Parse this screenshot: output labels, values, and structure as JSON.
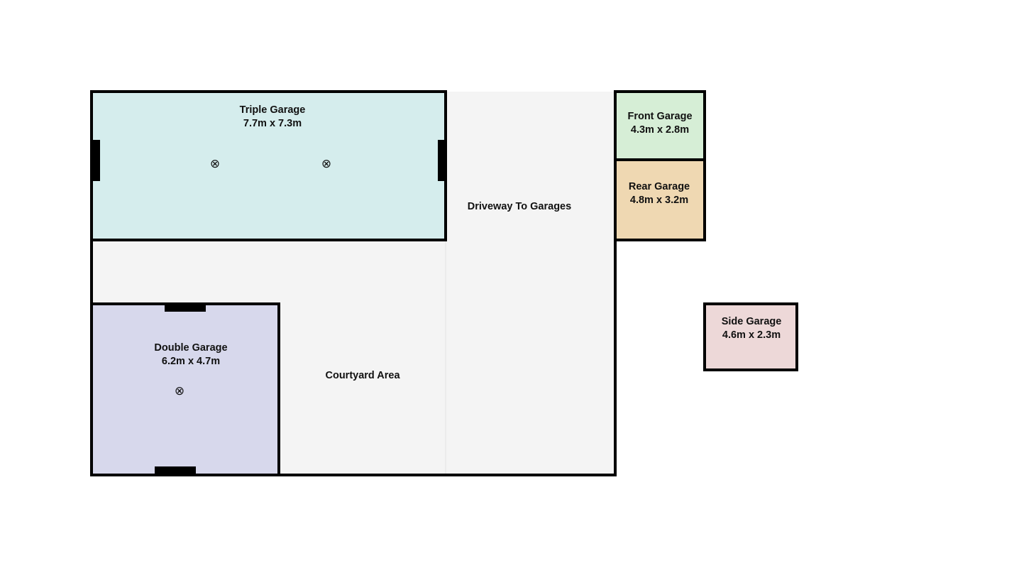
{
  "colors": {
    "wall": "#000000",
    "outdoor_floor": "#f4f4f4",
    "triple_garage": "#d5eded",
    "double_garage": "#d7d8ec",
    "front_garage": "#d6eed6",
    "rear_garage": "#efd8b2",
    "side_garage": "#edd8d8"
  },
  "fixture_icon": "ceiling-light-icon",
  "fixture_glyph": "⊗",
  "rooms": {
    "triple_garage": {
      "name": "Triple Garage",
      "size": "7.7m x 7.3m"
    },
    "double_garage": {
      "name": "Double Garage",
      "size": "6.2m x 4.7m"
    },
    "front_garage": {
      "name": "Front Garage",
      "size": "4.3m x 2.8m"
    },
    "rear_garage": {
      "name": "Rear Garage",
      "size": "4.8m x 3.2m"
    },
    "side_garage": {
      "name": "Side Garage",
      "size": "4.6m x 2.3m"
    },
    "driveway": {
      "name": "Driveway To Garages"
    },
    "courtyard": {
      "name": "Courtyard Area"
    }
  }
}
